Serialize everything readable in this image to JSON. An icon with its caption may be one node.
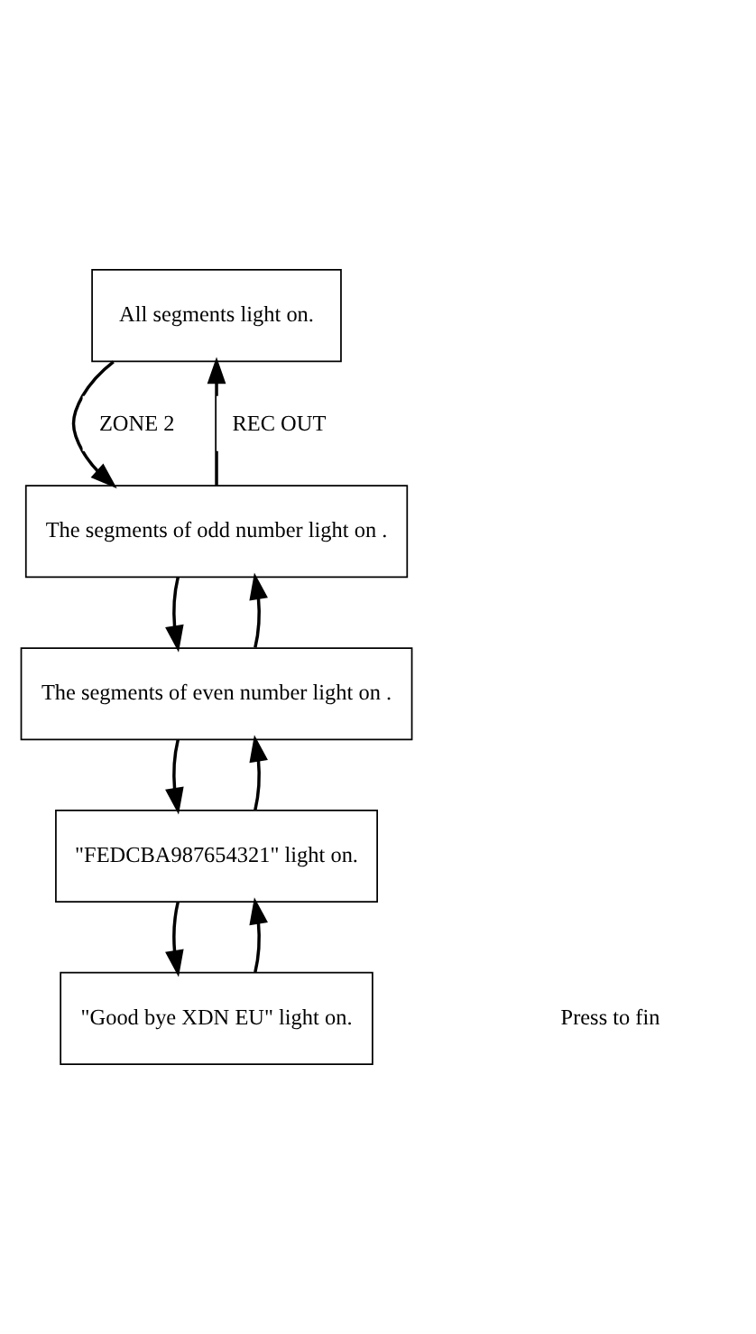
{
  "diagram": {
    "nodes": [
      {
        "text": [
          "All segments light on."
        ]
      },
      {
        "text": [
          "The segments of odd number light on ."
        ]
      },
      {
        "text": [
          "The segments of even number light on ."
        ]
      },
      {
        "text": [
          "\"FEDCBA987654321\" light on."
        ]
      },
      {
        "text": [
          "\"Good bye XDN EU\" light on."
        ]
      }
    ],
    "edges": [
      {
        "from": 0,
        "to": 1,
        "arrow": "to",
        "label": "ZONE 2"
      },
      {
        "from": 1,
        "to": 0,
        "arrow": "to",
        "label": "REC OUT"
      },
      {
        "from": 1,
        "to": 2,
        "arrow": "to"
      },
      {
        "from": 2,
        "to": 1,
        "arrow": "to"
      },
      {
        "from": 2,
        "to": 3,
        "arrow": "to"
      },
      {
        "from": 3,
        "to": 2,
        "arrow": "to"
      },
      {
        "from": 3,
        "to": 4,
        "arrow": "to"
      },
      {
        "from": 4,
        "to": 3,
        "arrow": "to"
      }
    ],
    "labels": [
      "Press to fin"
    ]
  }
}
